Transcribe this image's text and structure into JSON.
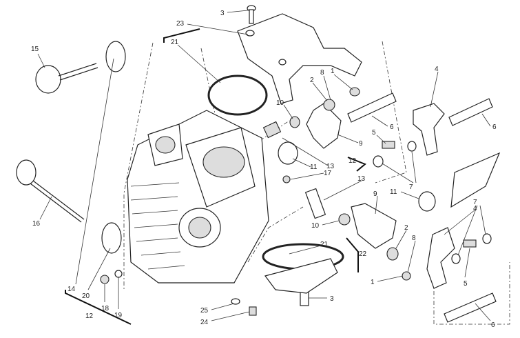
{
  "title": "Horizontal cylinder head exploded view",
  "callouts": [
    "3",
    "23",
    "21",
    "15",
    "8",
    "1",
    "2",
    "4",
    "10",
    "6",
    "9",
    "5",
    "6",
    "12",
    "13",
    "11",
    "17",
    "13",
    "7",
    "11",
    "9",
    "16",
    "10",
    "4",
    "7",
    "2",
    "8",
    "21",
    "22",
    "14",
    "20",
    "18",
    "19",
    "12",
    "1",
    "5",
    "3",
    "25",
    "24",
    "6"
  ]
}
